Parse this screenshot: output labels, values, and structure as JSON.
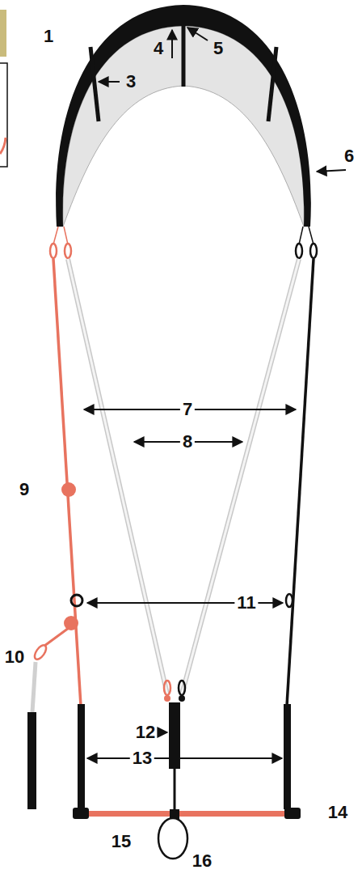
{
  "diagram": {
    "labels": [
      "1",
      "4",
      "5",
      "3",
      "6",
      "7",
      "8",
      "9",
      "10",
      "11",
      "12",
      "13",
      "14",
      "15",
      "16"
    ]
  }
}
